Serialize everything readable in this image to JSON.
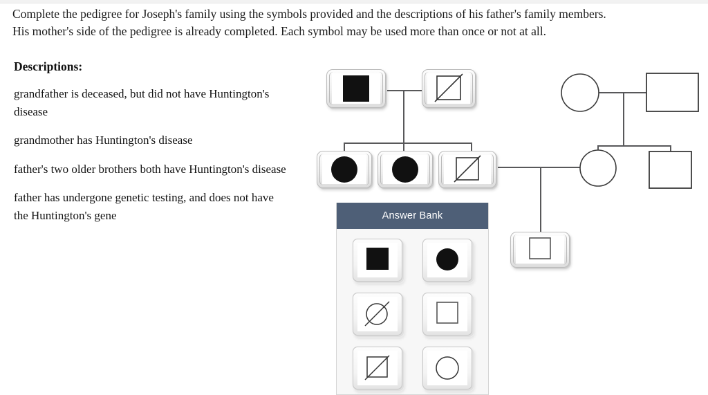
{
  "instructions": {
    "line1": "Complete the pedigree for Joseph's family using the symbols provided and the descriptions of his father's family members.",
    "line2": "His mother's side of the pedigree is already completed. Each symbol may be used more than once or not at all."
  },
  "descriptions": {
    "title": "Descriptions:",
    "items": [
      "grandfather is deceased, but did not have Huntington's disease",
      "grandmother has Huntington's disease",
      "father's two older brothers both have Huntington's disease",
      "father has undergone genetic testing, and does not have the Huntington's gene"
    ]
  },
  "answer_bank": {
    "title": "Answer Bank",
    "tiles": [
      {
        "icon": "filled-square-icon",
        "label": "affected male"
      },
      {
        "icon": "filled-circle-icon",
        "label": "affected female"
      },
      {
        "icon": "circle-slash-icon",
        "label": "deceased female"
      },
      {
        "icon": "open-square-icon",
        "label": "unaffected male"
      },
      {
        "icon": "square-slash-icon",
        "label": "deceased male"
      },
      {
        "icon": "open-circle-icon",
        "label": "unaffected female"
      }
    ]
  },
  "pedigree": {
    "fathers_side": {
      "grandmother_slot": {
        "icon": "filled-square-icon",
        "label": "paternal grandmother slot"
      },
      "grandfather_slot": {
        "icon": "square-slash-icon",
        "label": "paternal grandfather slot"
      },
      "sibling_slots": [
        {
          "icon": "filled-circle-icon",
          "label": "paternal uncle slot 1"
        },
        {
          "icon": "filled-circle-icon",
          "label": "paternal uncle slot 2"
        },
        {
          "icon": "square-slash-icon",
          "label": "father slot"
        }
      ]
    },
    "mothers_side": {
      "grandmother": {
        "icon": "open-circle-icon",
        "label": "maternal grandmother"
      },
      "grandfather": {
        "icon": "open-square-icon",
        "label": "maternal grandfather"
      },
      "mother": {
        "icon": "open-circle-icon",
        "label": "mother"
      },
      "maternal_uncle": {
        "icon": "open-square-icon",
        "label": "maternal uncle"
      }
    },
    "child_slot": {
      "icon": "open-square-icon",
      "label": "Joseph slot"
    }
  },
  "colors": {
    "answer_bank_header": "#4e5f77",
    "line": "#58585a",
    "symbol_fill": "#111111",
    "panel_bg": "#f7f7f7"
  }
}
